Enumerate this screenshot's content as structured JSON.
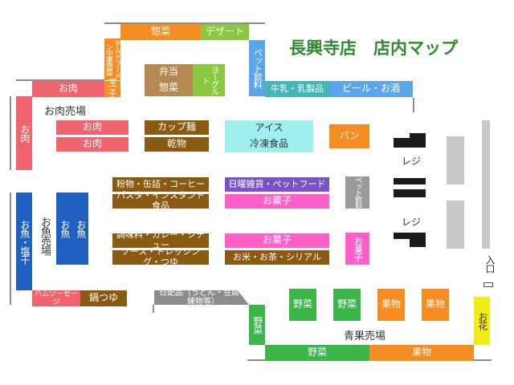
{
  "title": "長興寺店　店内マップ",
  "colors": {
    "meat": "#f0646e",
    "fish": "#1f5fbf",
    "brown": "#8b5a12",
    "cyan": "#9eefee",
    "purple": "#7a52c7",
    "pink": "#ff5fc6",
    "orange": "#f68d22",
    "green": "#3cb54a",
    "lime": "#8ac83f",
    "teal": "#43b6b6",
    "blue": "#5aa6e8",
    "gray": "#9a9a9a",
    "yellow": "#f4ea16",
    "tan": "#b48a52"
  },
  "areas": {
    "meat": "お肉売場",
    "fish": "お魚売場",
    "produce": "青果売場",
    "register_1": "レジ",
    "register_2": "レジ",
    "entrance": "入口"
  },
  "top": {
    "sozai": "惣菜",
    "dessert": "デザート",
    "noodles": "チルドラーメン中華惣菜",
    "pet_drink": "ペット飲料",
    "bento": "弁当",
    "sozai2": "惣菜",
    "yogurt": "ヨーグルト",
    "meat": "お肉",
    "eggs": "玉子",
    "dairy": "牛乳・乳製品",
    "beer": "ビール・お酒"
  },
  "left": {
    "meat_wall": "お肉",
    "fish_salt": "お魚・塩干",
    "fish_a": "お魚",
    "fish_b": "お魚",
    "ham": "ハムソーセージ",
    "nabe": "鍋つゆ"
  },
  "center": {
    "meat_top": "お肉",
    "meat_bottom": "お肉",
    "cup_noodle": "カップ麺",
    "dried": "乾物",
    "ice": "アイス",
    "frozen": "冷凍食品",
    "bread": "パン",
    "flour": "粉物・缶詰・コーヒー",
    "pasta": "パスタ・インスタント食品",
    "daily_goods": "日曜雑貨・ペットフード",
    "snacks1": "お菓子",
    "pet_drink2": "ペット飲料",
    "seasoning": "調味料・カレー・シチュー",
    "sauce": "ソース・ドレッシング・つゆ",
    "snacks2": "お菓子",
    "rice_tea": "お米・お茶・シリアル",
    "snacks3": "お菓子",
    "daily_items": "日配品（うどん・豆腐・練物等）"
  },
  "produce": {
    "veg_wall": "野菜",
    "veg1": "野菜",
    "veg2": "野菜",
    "fruit1": "果物",
    "fruit2": "果物",
    "veg_bottom": "野菜",
    "fruit_bottom": "果物",
    "flowers": "お花"
  }
}
